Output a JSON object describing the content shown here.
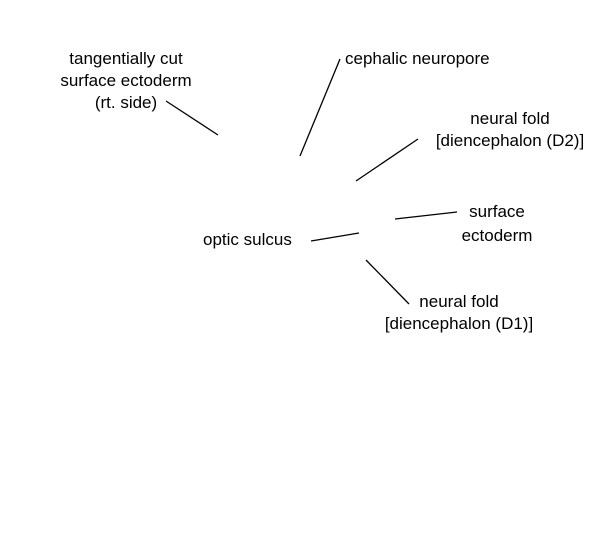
{
  "diagram": {
    "labels": {
      "tangential_ectoderm": {
        "line1": "tangentially cut",
        "line2": "surface ectoderm",
        "line3": "(rt. side)"
      },
      "cephalic_neuropore": "cephalic neuropore",
      "neural_fold_d2": {
        "line1": "neural fold",
        "line2": "[diencephalon (D2)]"
      },
      "surface_ectoderm": {
        "line1": "surface",
        "line2": "ectoderm"
      },
      "optic_sulcus": "optic sulcus",
      "neural_fold_d1": {
        "line1": "neural fold",
        "line2": "[diencephalon (D1)]"
      }
    },
    "colors": {
      "background": "#ffffff",
      "ink": "#000000"
    }
  }
}
